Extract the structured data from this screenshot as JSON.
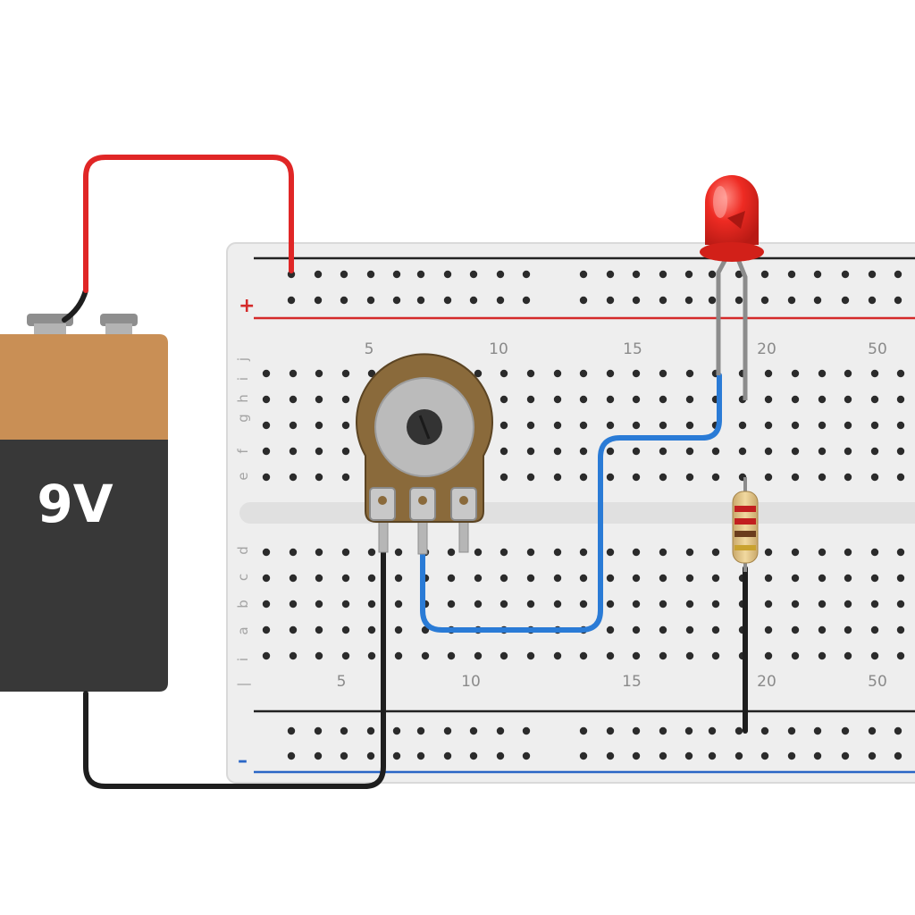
{
  "battery": {
    "label": "9V",
    "colors": {
      "top": "#c98f55",
      "body": "#383838",
      "terminal": "#9a9a9a"
    }
  },
  "breadboard": {
    "column_labels": [
      "5",
      "10",
      "15",
      "20",
      "50"
    ],
    "row_letters_top": [
      "j",
      "i",
      "h",
      "g",
      "f",
      "e"
    ],
    "row_letters_bottom": [
      "d",
      "c",
      "b",
      "a",
      "i"
    ],
    "rail_plus": "+",
    "rail_minus": "–",
    "colors": {
      "board": "#eeeeee",
      "hole": "#2b2b2b",
      "plus_line": "#d42a2a",
      "minus_line": "#2a66c6"
    }
  },
  "components": {
    "potentiometer": {
      "name": "potentiometer",
      "body_color": "#8a6a3b",
      "knob_color": "#bbbbbb"
    },
    "led": {
      "name": "LED",
      "color": "#e02020"
    },
    "resistor": {
      "name": "resistor",
      "bands": [
        "#c21f1f",
        "#c21f1f",
        "#6b3d1d",
        "#c9a22f"
      ]
    }
  },
  "wires": [
    {
      "name": "red-wire",
      "color": "#e02626",
      "from": "battery +",
      "to": "plus rail"
    },
    {
      "name": "black-wire-battery",
      "color": "#1e1e1e",
      "from": "battery –",
      "to": "potentiometer"
    },
    {
      "name": "blue-wire",
      "color": "#2a7bd6",
      "from": "potentiometer wiper",
      "to": "LED"
    },
    {
      "name": "black-wire-resistor",
      "color": "#1e1e1e",
      "from": "resistor",
      "to": "minus rail"
    }
  ]
}
